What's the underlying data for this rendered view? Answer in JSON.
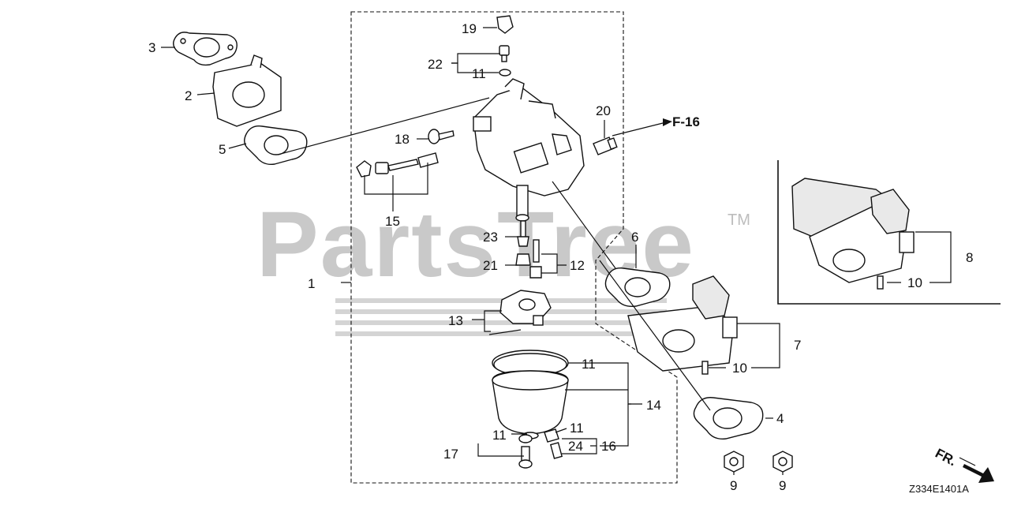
{
  "watermark": {
    "brand": "PartsTree",
    "trademark": "TM"
  },
  "callouts": {
    "n1": "1",
    "n2": "2",
    "n3": "3",
    "n4": "4",
    "n5": "5",
    "n6": "6",
    "n7": "7",
    "n8": "8",
    "n9a": "9",
    "n9b": "9",
    "n10a": "10",
    "n10b": "10",
    "n11a": "11",
    "n11b": "11",
    "n11c": "11",
    "n11d": "11",
    "n12": "12",
    "n13": "13",
    "n14": "14",
    "n15": "15",
    "n16": "16",
    "n17": "17",
    "n18": "18",
    "n19": "19",
    "n20": "20",
    "n21": "21",
    "n22": "22",
    "n23": "23",
    "n24": "24"
  },
  "reference": "F-16",
  "direction_marker": "FR.",
  "diagram_code": "Z334E1401A"
}
